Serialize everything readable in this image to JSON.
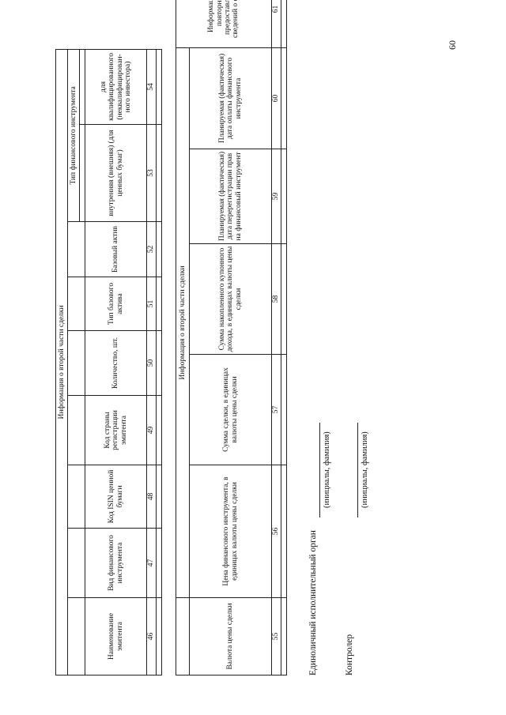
{
  "page_number": "60",
  "table1": {
    "group_title": "Информация о второй части сделки",
    "subgroup_title": "Тип финансового инструмента",
    "columns": [
      {
        "label": "Наименование эмитента",
        "num": "46"
      },
      {
        "label": "Вид финансового инструмента",
        "num": "47"
      },
      {
        "label": "Код ISIN ценной бумаги",
        "num": "48"
      },
      {
        "label": "Код страны регистрации эмитента",
        "num": "49"
      },
      {
        "label": "Количество, шт.",
        "num": "50"
      },
      {
        "label": "Тип базового актива",
        "num": "51"
      },
      {
        "label": "Базовый актив",
        "num": "52"
      },
      {
        "label": "внутренняя (внешняя) (для ценных бумаг)",
        "num": "53"
      },
      {
        "label": "для квалифицированного (неквалифицирован-ного инвестора)",
        "num": "54"
      }
    ]
  },
  "table2": {
    "group_title": "Информация о второй части сделки",
    "columns": [
      {
        "label": "Валюта цены сделки",
        "num": "55"
      },
      {
        "label": "Цена финансового инструмента, в единицах валюты цены сделки",
        "num": "56"
      },
      {
        "label": "Сумма сделки, в единицах валюты цены сделки",
        "num": "57"
      },
      {
        "label": "Сумма накопленного купонного дохода, в единицах валюты цены сделки",
        "num": "58"
      },
      {
        "label": "Планируемая (фактическая) дата перерегистрации прав на финансовый инструмент",
        "num": "59"
      },
      {
        "label": "Планируемая (фактическая) дата оплаты финансового инструмента",
        "num": "60"
      },
      {
        "label": "Информация о повторном предоставлении сведений о сделке",
        "num": "61"
      }
    ]
  },
  "signatures": {
    "organ_label": "Единоличный исполнительный орган",
    "organ_caption": "(инициалы, фамилия)",
    "controller_label": "Контролер",
    "controller_caption": "(инициалы, фамилия)"
  }
}
